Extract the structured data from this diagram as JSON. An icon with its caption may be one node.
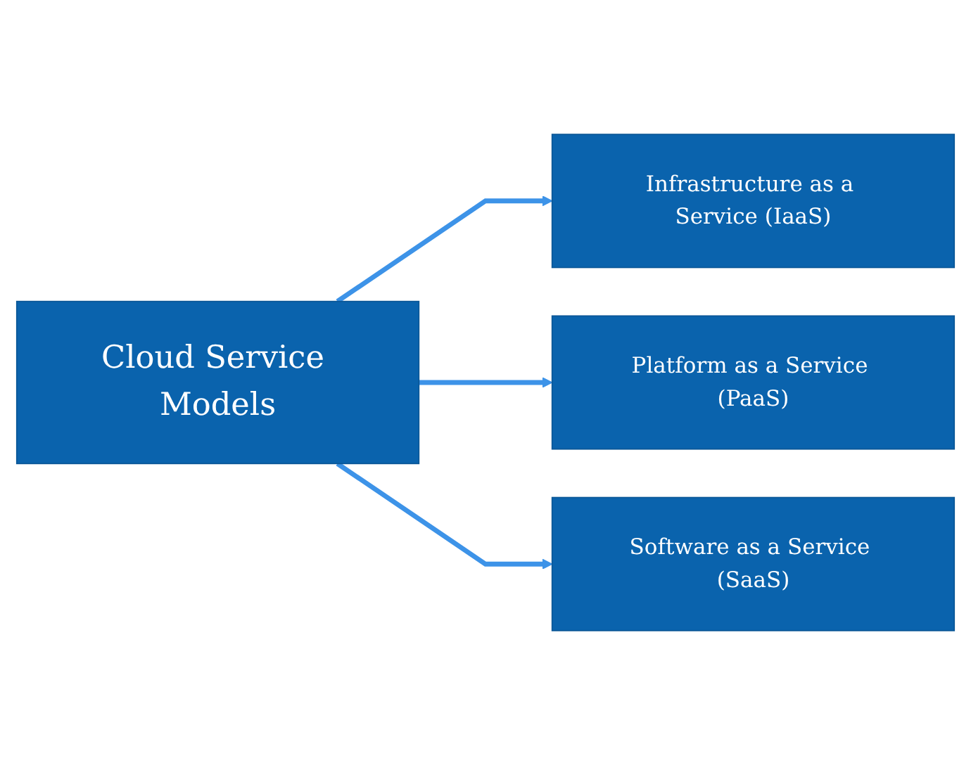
{
  "diagram": {
    "nodes": [
      {
        "text": [
          "Cloud Service Models"
        ]
      },
      {
        "text": [
          "Infrastructure as a Service (IaaS)"
        ]
      },
      {
        "text": [
          "Platform as a Service (PaaS)"
        ]
      },
      {
        "text": [
          "Software as a Service (SaaS)"
        ]
      }
    ],
    "edges": [
      {
        "from": 0,
        "to": 1,
        "arrow": "to"
      },
      {
        "from": 0,
        "to": 2,
        "arrow": "to"
      },
      {
        "from": 0,
        "to": 3,
        "arrow": "to"
      }
    ]
  }
}
